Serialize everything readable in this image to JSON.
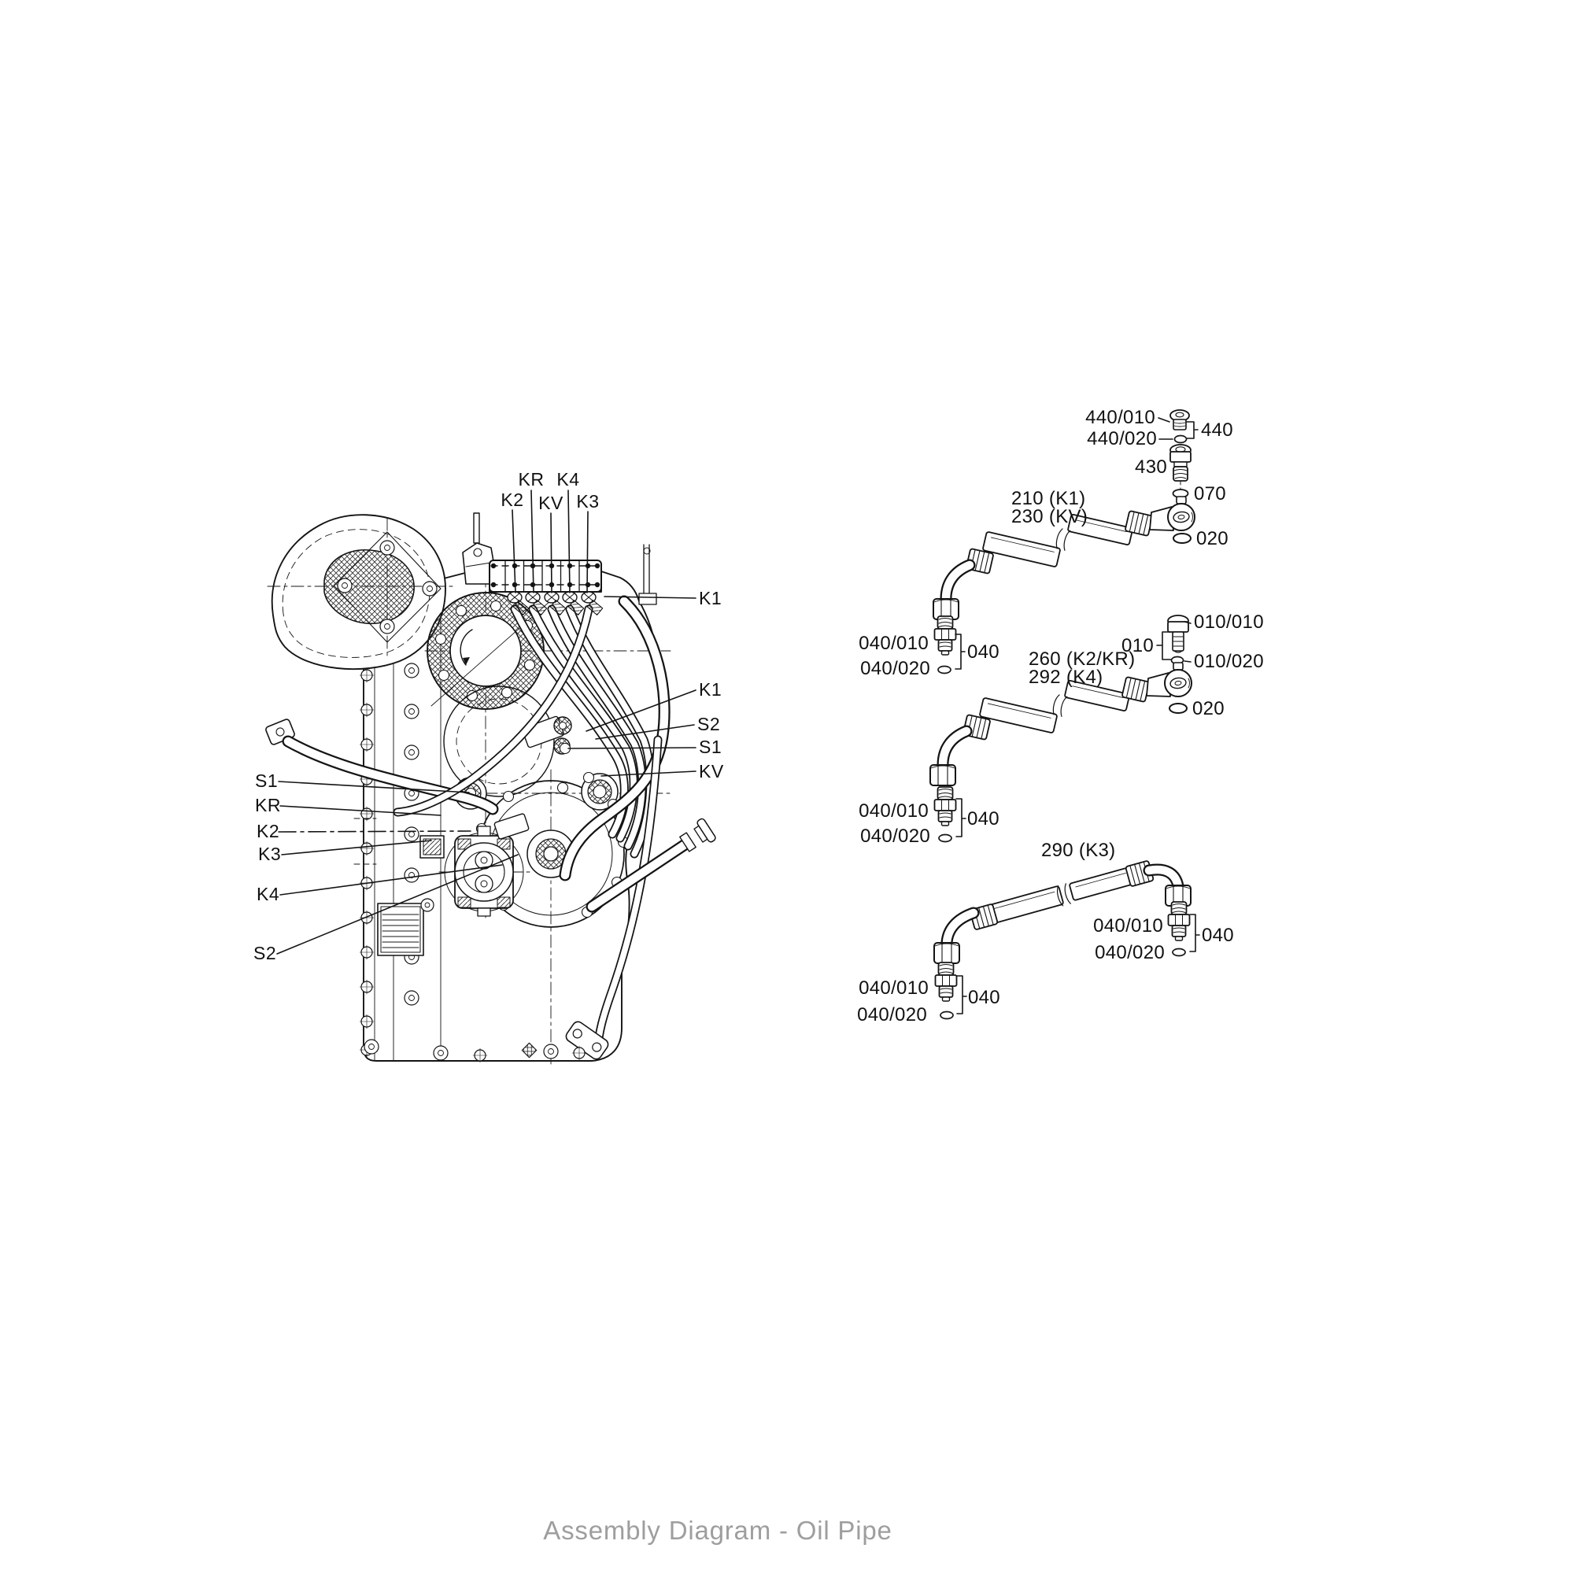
{
  "caption": "Assembly Diagram - Oil Pipe",
  "colors": {
    "line": "#141414",
    "caption_gray": "#9e9e9e"
  },
  "gearbox": {
    "top_labels": [
      "KR",
      "K4",
      "K2",
      "KV",
      "K3"
    ],
    "right_labels": [
      "K1",
      "K1",
      "S2",
      "S1",
      "KV"
    ],
    "left_labels": [
      "S1",
      "KR",
      "K2",
      "K3",
      "K4",
      "S2"
    ]
  },
  "asm1": {
    "title1": "210 (K1)",
    "title2": "230 (KV)",
    "c440_010": "440/010",
    "c440_020": "440/020",
    "b440": "440",
    "c430": "430",
    "c070": "070",
    "c020": "020",
    "c040_010": "040/010",
    "c040_020": "040/020",
    "b040": "040"
  },
  "asm2": {
    "title1": "260 (K2/KR)",
    "title2": "292 (K4)",
    "c010_010": "010/010",
    "b010": "010",
    "c010_020": "010/020",
    "c020": "020",
    "c040_010": "040/010",
    "c040_020": "040/020",
    "b040": "040"
  },
  "asm3": {
    "title": "290 (K3)",
    "r040_010": "040/010",
    "r040_020": "040/020",
    "rb040": "040",
    "l040_010": "040/010",
    "l040_020": "040/020",
    "lb040": "040"
  }
}
